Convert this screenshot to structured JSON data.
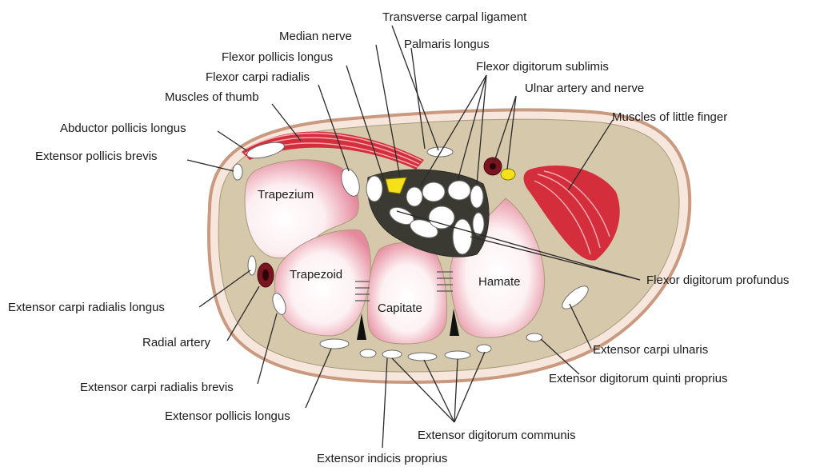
{
  "colors": {
    "skin_outer": "#c99a80",
    "skin_inner": "#f6e6dc",
    "tissue": "#d6c8aa",
    "tissue_stroke": "#a99a7c",
    "bone_edge": "#e58a9c",
    "bone_center": "#ffffff",
    "muscle": "#d42e3c",
    "muscle_stripe": "#f2aab0",
    "tunnel": "#3a3a32",
    "nerve": "#f4e11a",
    "artery": "#7a1420"
  },
  "bones": {
    "trapezium": "Trapezium",
    "trapezoid": "Trapezoid",
    "capitate": "Capitate",
    "hamate": "Hamate"
  },
  "labels": {
    "transverse_carpal_ligament": "Transverse carpal ligament",
    "median_nerve": "Median nerve",
    "palmaris_longus": "Palmaris longus",
    "flexor_pollicis_longus": "Flexor pollicis longus",
    "flexor_digitorum_sublimis": "Flexor digitorum sublimis",
    "flexor_carpi_radialis": "Flexor carpi radialis",
    "ulnar_artery_and_nerve": "Ulnar artery and nerve",
    "muscles_of_thumb": "Muscles of thumb",
    "muscles_of_little_finger": "Muscles of little finger",
    "abductor_pollicis_longus": "Abductor pollicis longus",
    "extensor_pollicis_brevis": "Extensor pollicis brevis",
    "flexor_digitorum_profundus": "Flexor digitorum profundus",
    "extensor_carpi_radialis_longus": "Extensor carpi radialis longus",
    "radial_artery": "Radial artery",
    "extensor_carpi_ulnaris": "Extensor carpi ulnaris",
    "extensor_digitorum_quinti_proprius": "Extensor digitorum quinti proprius",
    "extensor_carpi_radialis_brevis": "Extensor carpi radialis brevis",
    "extensor_pollicis_longus": "Extensor pollicis longus",
    "extensor_digitorum_communis": "Extensor digitorum communis",
    "extensor_indicis_proprius": "Extensor indicis proprius"
  }
}
